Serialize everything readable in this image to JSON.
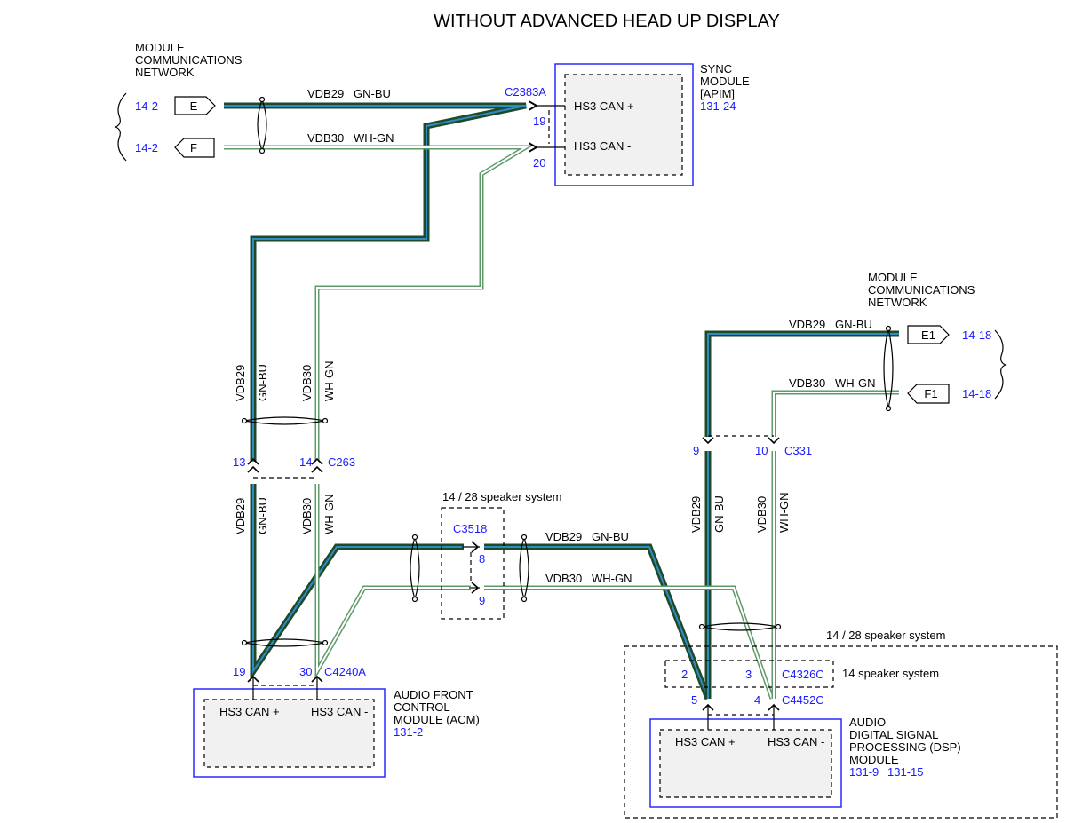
{
  "title": "WITHOUT ADVANCED HEAD UP DISPLAY",
  "network_label_left": [
    "MODULE",
    "COMMUNICATIONS",
    "NETWORK"
  ],
  "network_label_right": [
    "MODULE",
    "COMMUNICATIONS",
    "NETWORK"
  ],
  "connectors_left": [
    {
      "label": "E",
      "ref": "14-2"
    },
    {
      "label": "F",
      "ref": "14-2"
    }
  ],
  "connectors_right": [
    {
      "label": "E1",
      "ref": "14-18"
    },
    {
      "label": "F1",
      "ref": "14-18"
    }
  ],
  "circuits": {
    "vdb29": "VDB29",
    "vdb30": "VDB30",
    "gn_bu": "GN-BU",
    "wh_gn": "WH-GN"
  },
  "sync": {
    "name_lines": [
      "SYNC",
      "MODULE",
      "[APIM]"
    ],
    "ref": "131-24",
    "connector": "C2383A",
    "pin_plus": "19",
    "pin_minus": "20",
    "can_plus": "HS3 CAN +",
    "can_minus": "HS3 CAN -"
  },
  "c263": {
    "connector": "C263",
    "pin_a": "13",
    "pin_b": "14"
  },
  "c3518": {
    "caption": "14 / 28 speaker system",
    "connector": "C3518",
    "pin_a": "8",
    "pin_b": "9"
  },
  "acm": {
    "name_lines": [
      "AUDIO FRONT",
      "CONTROL",
      "MODULE (ACM)"
    ],
    "ref": "131-2",
    "connector": "C4240A",
    "pin_plus": "19",
    "pin_minus": "30",
    "can_plus": "HS3 CAN +",
    "can_minus": "HS3 CAN -"
  },
  "c331": {
    "connector": "C331",
    "pin_a": "9",
    "pin_b": "10"
  },
  "dsp_region_caption": "14 / 28 speaker system",
  "c4326c": {
    "caption": "14 speaker system",
    "connector": "C4326C",
    "pin_a": "2",
    "pin_b": "3"
  },
  "dsp": {
    "name_lines": [
      "AUDIO",
      "DIGITAL SIGNAL",
      "PROCESSING (DSP)",
      "MODULE"
    ],
    "refs": [
      "131-9",
      "131-15"
    ],
    "connector": "C4452C",
    "pin_plus": "5",
    "pin_minus": "4",
    "can_plus": "HS3 CAN +",
    "can_minus": "HS3 CAN -"
  },
  "colors": {
    "gn_bu_outer": "#1f4a2a",
    "gn_bu_stripe": "#2f8cc0",
    "wh_gn_outer": "#5f9a6a",
    "wh_gn_fill": "#ffffff",
    "module_border": "#2a2aff",
    "ref_text": "#1a1aff"
  }
}
